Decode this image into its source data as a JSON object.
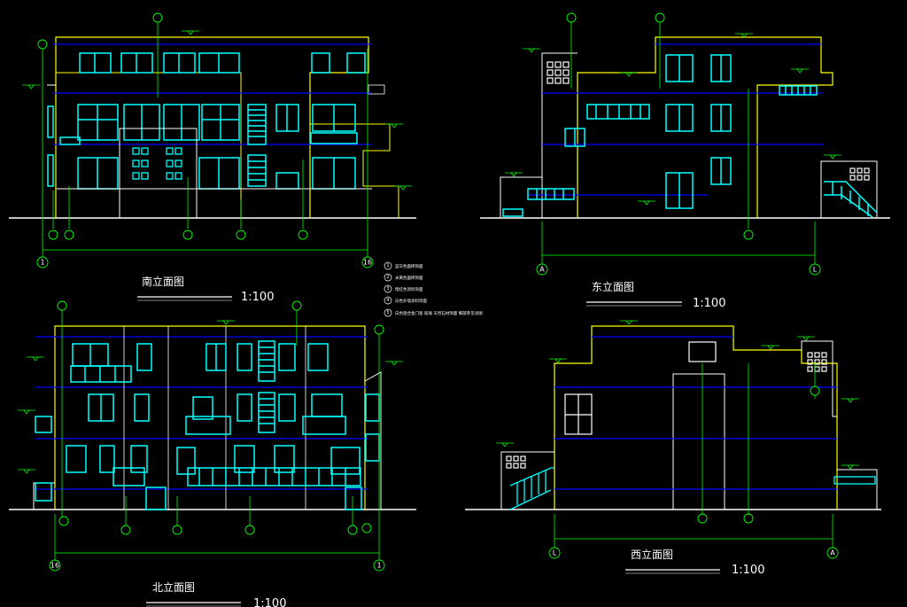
{
  "drawing": {
    "colors": {
      "background": "#000000",
      "outline": "#ffff00",
      "window": "#00ffff",
      "floor_line": "#0000ff",
      "axis": "#00ff00",
      "detail": "#ffffff",
      "level_mark": "#00ff00"
    },
    "elevations": {
      "south": {
        "title": "南立面图",
        "scale": "1:100",
        "axis_start": "1",
        "axis_end": "16"
      },
      "east": {
        "title": "东立面图",
        "scale": "1:100",
        "axis_start": "A",
        "axis_end": "L"
      },
      "north": {
        "title": "北立面图",
        "scale": "1:100",
        "axis_start": "16",
        "axis_end": "1"
      },
      "west": {
        "title": "西立面图",
        "scale": "1:100",
        "axis_start": "L",
        "axis_end": "A"
      }
    },
    "legend": {
      "items": [
        {
          "num": "1",
          "text": "蓝灰色面砖饰面"
        },
        {
          "num": "2",
          "text": "米黄色面砖饰面"
        },
        {
          "num": "3",
          "text": "暗红色涂料饰面"
        },
        {
          "num": "4",
          "text": "白色外墙涂料饰面"
        },
        {
          "num": "5",
          "text": "白色铝合金门窗    玻璃   天然石材饰面   细部参见详图"
        }
      ]
    }
  }
}
